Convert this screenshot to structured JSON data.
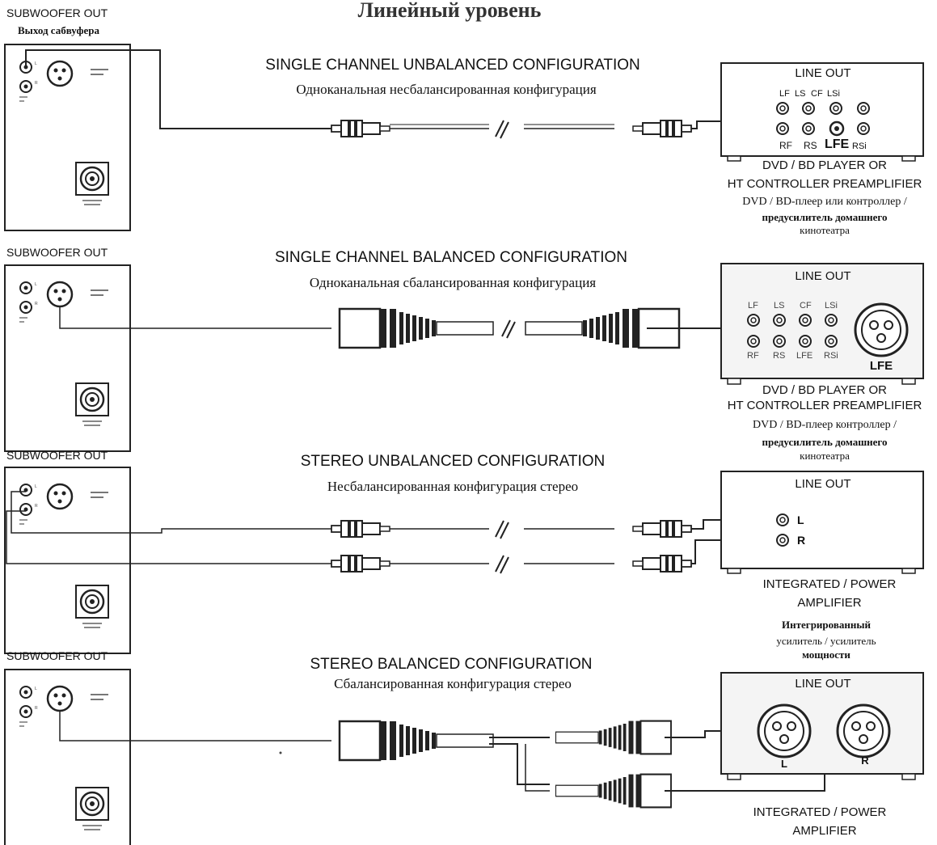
{
  "main_title": "Линейный уровень",
  "sections": [
    {
      "sub_label": "SUBWOOFER OUT",
      "sub_label_ru": "Выход сабвуфера",
      "title_en": "SINGLE CHANNEL UNBALANCED CONFIGURATION",
      "title_ru": "Одноканальная несбалансированная конфигурация",
      "source_title": "LINE OUT",
      "jacks_top": [
        "LF",
        "LS",
        "CF",
        "LSi"
      ],
      "jacks_bottom": [
        "RF",
        "RS",
        "LFE",
        "RSi"
      ],
      "device_en": [
        "DVD / BD PLAYER OR",
        "HT CONTROLLER PREAMPLIFIER"
      ],
      "device_ru": [
        "DVD / BD-плеер или контроллер /",
        "предусилитель домашнего",
        "кинотеатра"
      ]
    },
    {
      "sub_label": "SUBWOOFER OUT",
      "title_en": "SINGLE CHANNEL BALANCED CONFIGURATION",
      "title_ru": "Одноканальная сбалансированная конфигурация",
      "source_title": "LINE OUT",
      "jacks_top": [
        "LF",
        "LS",
        "CF",
        "LSi"
      ],
      "jacks_bottom": [
        "RF",
        "RS",
        "LFE",
        "RSi"
      ],
      "xlr_label": "LFE",
      "device_en": [
        "DVD / BD PLAYER OR",
        "HT CONTROLLER PREAMPLIFIER"
      ],
      "device_ru": [
        "DVD / BD-плеер контроллер /",
        "предусилитель домашнего",
        "кинотеатра"
      ]
    },
    {
      "sub_label": "SUBWOOFER OUT",
      "title_en": "STEREO UNBALANCED CONFIGURATION",
      "title_ru": "Несбалансированная конфигурация стерео",
      "source_title": "LINE OUT",
      "jack_labels": [
        "L",
        "R"
      ],
      "device_en": [
        "INTEGRATED / POWER",
        "AMPLIFIER"
      ],
      "device_ru": [
        "Интегрированный",
        "усилитель / усилитель",
        "мощности"
      ]
    },
    {
      "sub_label": "SUBWOOFER OUT",
      "title_en": "STEREO BALANCED CONFIGURATION",
      "title_ru": "Сбалансированная конфигурация стерео",
      "source_title": "LINE OUT",
      "xlr_labels": [
        "L",
        "R"
      ],
      "device_en": [
        "INTEGRATED / POWER",
        "AMPLIFIER"
      ]
    }
  ]
}
